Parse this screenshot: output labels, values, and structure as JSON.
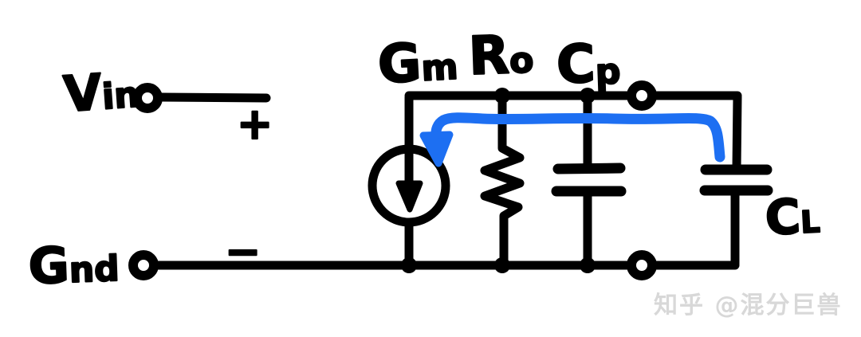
{
  "colors": {
    "ink": "#000000",
    "annotation": "#1d6ff2",
    "watermark": "#d8d8d8",
    "background": "#ffffff"
  },
  "labels": {
    "vin": {
      "main": "V",
      "sub": "in"
    },
    "gnd": {
      "main": "G",
      "sub": "nd"
    },
    "gm": {
      "main": "G",
      "sub": "m"
    },
    "ro": {
      "main": "R",
      "sub": "o"
    },
    "cp": {
      "main": "C",
      "sub": "p"
    },
    "cl": {
      "main": "C",
      "sub": "L"
    },
    "plus": "+",
    "minus": "−"
  },
  "watermark": "知乎 @混分巨兽"
}
